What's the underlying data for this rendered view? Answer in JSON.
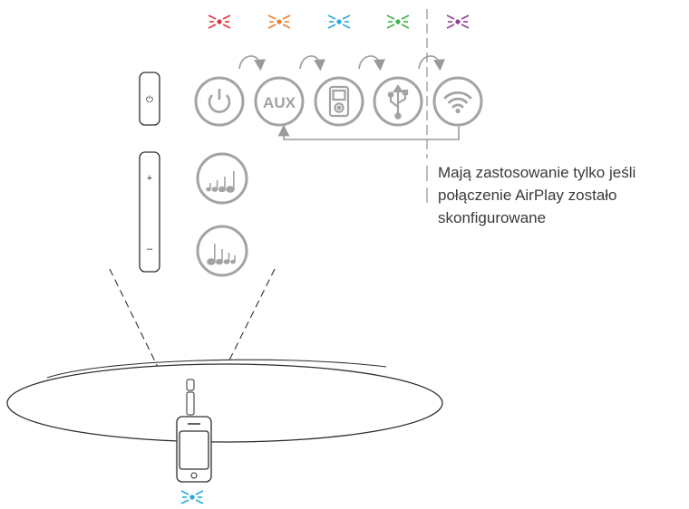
{
  "note": {
    "lines": [
      "Mają zastosowanie tylko jeśli",
      "połączenie AirPlay zostało",
      "skonfigurowane"
    ]
  },
  "buttons": {
    "power_symbol": "⏻",
    "plus_symbol": "+",
    "minus_symbol": "–",
    "aux_label": "AUX"
  },
  "sources": [
    {
      "id": "power",
      "icon": "power-icon",
      "indicator_color": "#e2343c"
    },
    {
      "id": "aux",
      "icon": "aux-icon",
      "indicator_color": "#ee7d2c"
    },
    {
      "id": "ipod",
      "icon": "ipod-icon",
      "indicator_color": "#24a9e1"
    },
    {
      "id": "usb",
      "icon": "usb-icon",
      "indicator_color": "#3cb54a"
    },
    {
      "id": "airplay",
      "icon": "wifi-icon",
      "indicator_color": "#8e3f97"
    }
  ],
  "volume_icons": [
    "volume-up-icon",
    "volume-down-icon"
  ],
  "dock_indicator_color": "#24a9e1",
  "colors": {
    "icon_gray": "#a3a3a3",
    "line_gray": "#9a9a9a",
    "text": "#3a3a3a"
  }
}
